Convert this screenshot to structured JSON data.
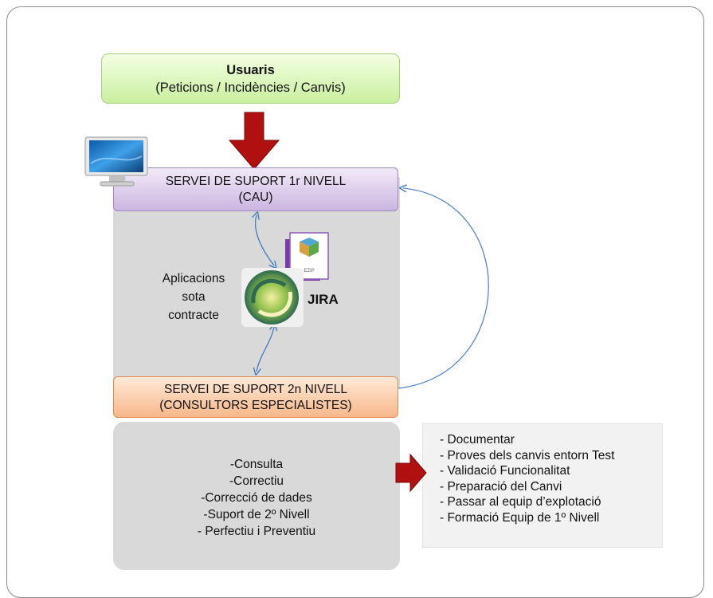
{
  "users": {
    "title": "Usuaris",
    "subtitle": "(Peticions / Incidències / Canvis)"
  },
  "level1": {
    "line1": "SERVEI DE SUPORT 1r NIVELL",
    "line2": "(CAU)"
  },
  "apps": {
    "line1": "Aplicacions",
    "line2": "sota",
    "line3": "contracte"
  },
  "jira": {
    "label": "JIRA",
    "package_label": "EZIP"
  },
  "level2": {
    "line1": "SERVEI DE SUPORT 2n NIVELL",
    "line2": "(CONSULTORS ESPECIALISTES)"
  },
  "services": [
    "-Consulta",
    "-Correctiu",
    "-Correcció de dades",
    "-Suport de 2º Nivell",
    "- Perfectiu i Preventiu"
  ],
  "tasks": [
    "- Documentar",
    "- Proves dels canvis entorn Test",
    "- Validació Funcionalitat",
    "- Preparació del Canvi",
    "- Passar al equip d’explotació",
    "- Formació Equip de 1º Nivell"
  ],
  "colors": {
    "arrow_red": "#b01010",
    "connector_blue": "#4a7fc0",
    "users_green": "#c9ef9e",
    "level1_purple": "#cbb6e0",
    "level2_orange": "#f7b88a",
    "panel_gray": "#d9d9d9"
  },
  "icons": {
    "monitor": "computer-monitor-icon",
    "package": "software-package-icon",
    "jira": "jira-logo-icon"
  }
}
